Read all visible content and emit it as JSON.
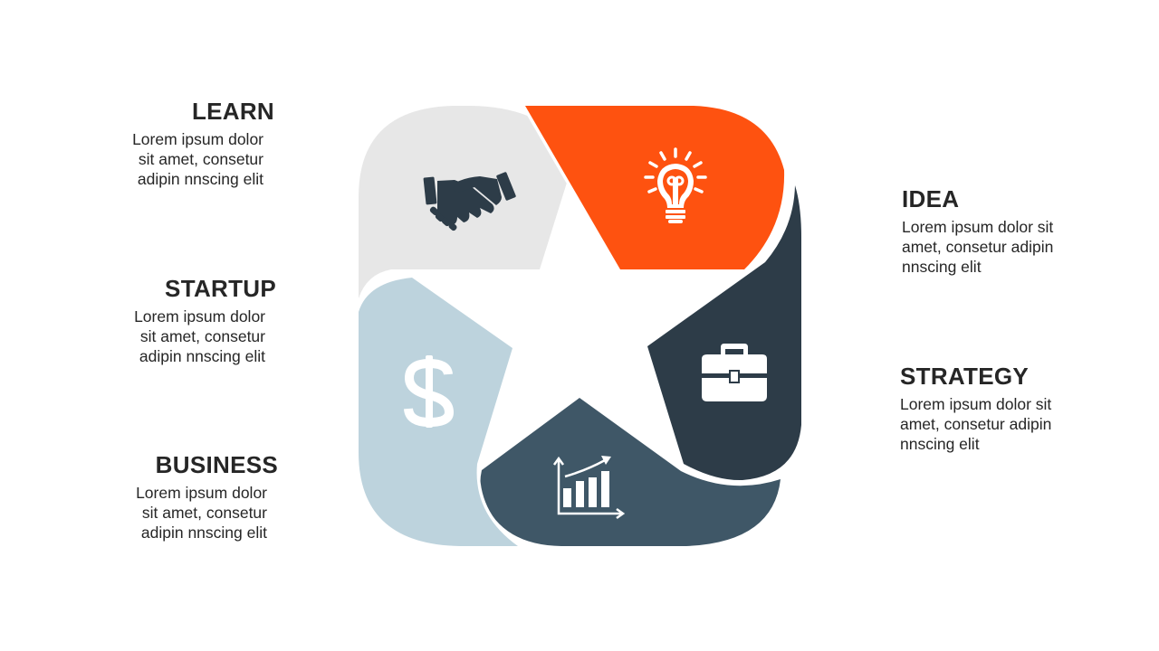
{
  "colors": {
    "learn": "#e7e7e7",
    "idea": "#fe5210",
    "strategy": "#2d3c48",
    "business": "#3f5767",
    "startup": "#bdd3dd",
    "icon_dark": "#2d3c48",
    "icon_light": "#ffffff",
    "text": "#262626"
  },
  "segments": [
    {
      "id": "learn",
      "title": "LEARN",
      "description": "Lorem ipsum dolor\nsit amet, consetur\nadipin nnscing elit",
      "icon": "handshake-icon"
    },
    {
      "id": "idea",
      "title": "IDEA",
      "description": "Lorem ipsum dolor sit\namet, consetur adipin\nnnscing elit",
      "icon": "lightbulb-icon"
    },
    {
      "id": "strategy",
      "title": "STRATEGY",
      "description": "Lorem ipsum dolor sit\namet, consetur adipin\nnnscing elit",
      "icon": "briefcase-icon"
    },
    {
      "id": "business",
      "title": "BUSINESS",
      "description": "Lorem ipsum dolor\nsit amet, consetur\nadipin nnscing elit",
      "icon": "growth-chart-icon"
    },
    {
      "id": "startup",
      "title": "STARTUP",
      "description": "Lorem ipsum dolor\nsit amet, consetur\nadipin nnscing elit",
      "icon": "dollar-icon"
    }
  ]
}
